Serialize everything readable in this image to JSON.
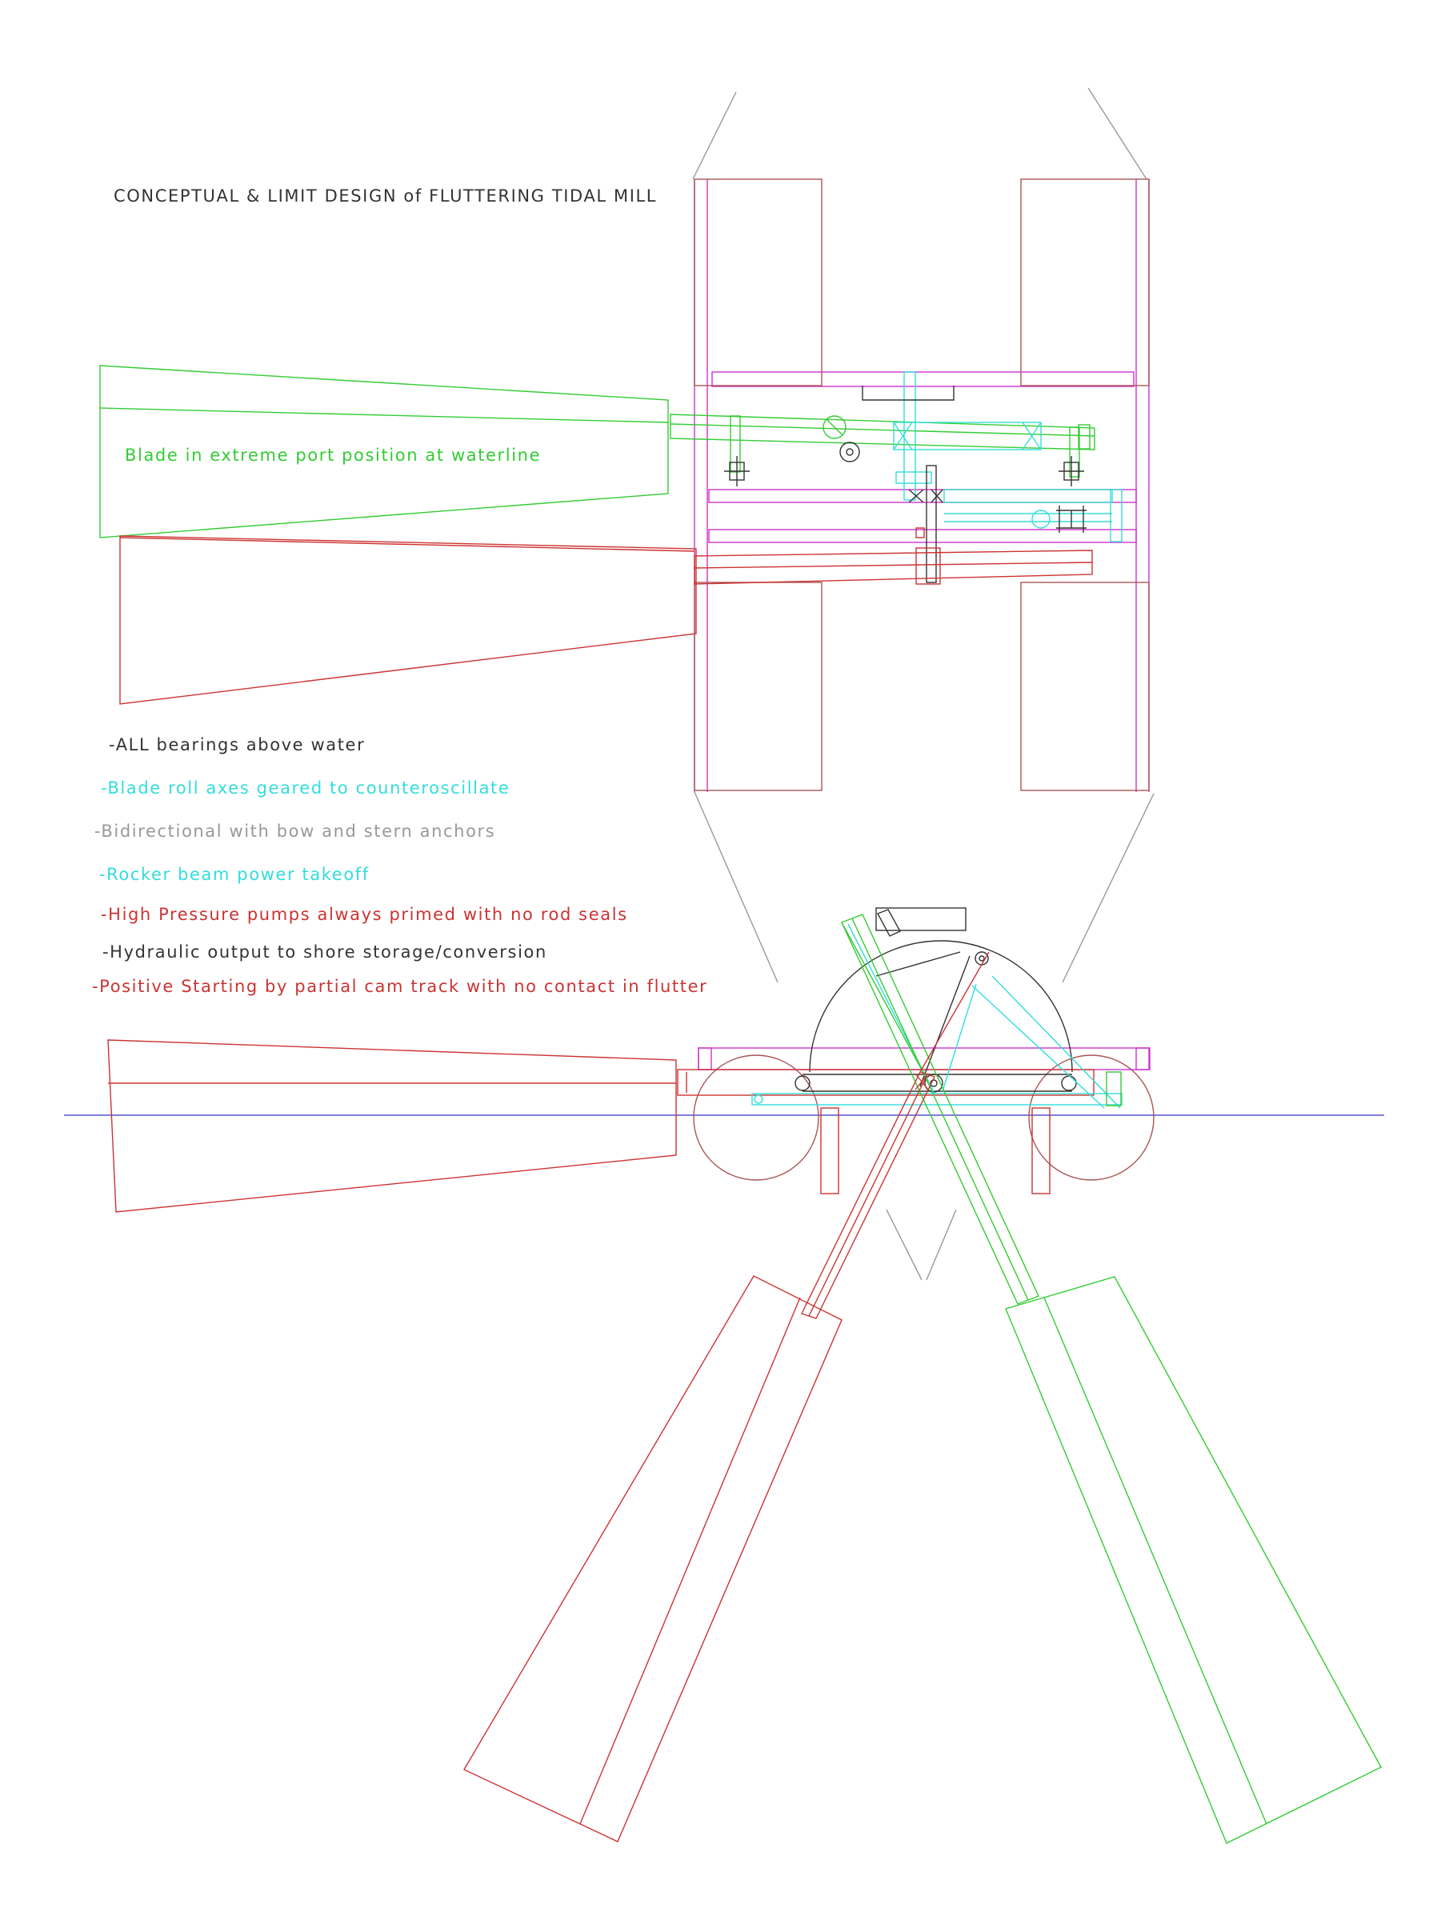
{
  "colors": {
    "magenta": "#cc33cc",
    "green": "#33cc33",
    "red": "#cc3333",
    "cyan": "#33dddd",
    "gray": "#999999",
    "black": "#333333",
    "waterline": "#5555cc"
  },
  "title": "CONCEPTUAL  & LIMIT DESIGN of FLUTTERING TIDAL MILL",
  "blade_label": "Blade in extreme port position at waterline",
  "notes": [
    {
      "text": "-ALL bearings above water",
      "color": "#333333"
    },
    {
      "text": "-Blade roll axes geared to counteroscillate",
      "color": "#33dddd"
    },
    {
      "text": "-Bidirectional with bow and stern anchors",
      "color": "#999999"
    },
    {
      "text": "-Rocker beam power takeoff",
      "color": "#33dddd"
    },
    {
      "text": "-High Pressure pumps always primed  with no rod seals",
      "color": "#cc3333"
    },
    {
      "text": "-Hydraulic output to shore storage/conversion",
      "color": "#333333"
    },
    {
      "text": "-Positive Starting by partial cam track with no contact in flutter",
      "color": "#cc3333"
    }
  ]
}
